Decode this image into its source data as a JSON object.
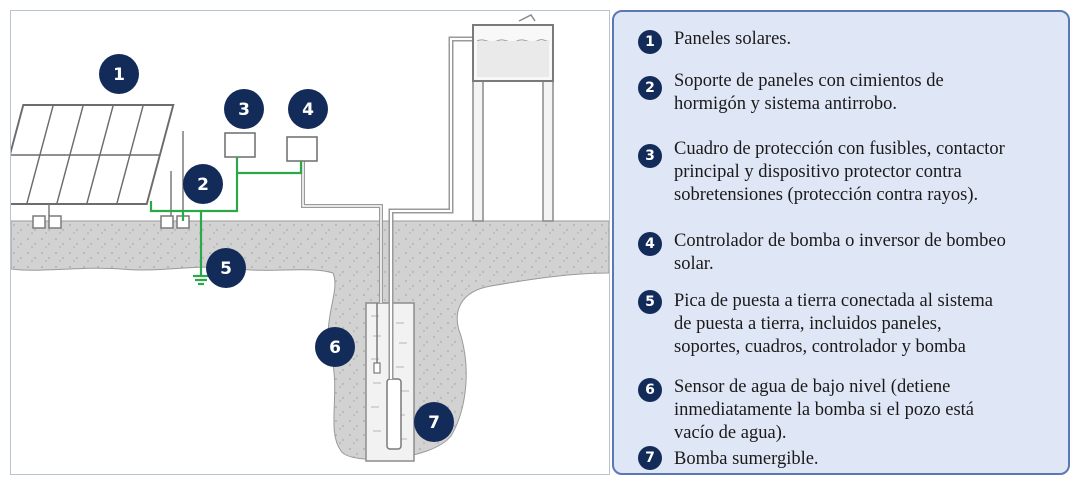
{
  "legend": {
    "items": [
      {
        "number": "1",
        "text": "Paneles solares."
      },
      {
        "number": "2",
        "text": "Soporte de paneles con cimientos de\nhormigón y      sistema antirrobo."
      },
      {
        "number": "3",
        "text": "Cuadro de protección con fusibles, contactor\nprincipal y dispositivo protector contra\nsobretensiones (protección contra rayos)."
      },
      {
        "number": "4",
        "text": "Controlador de bomba o inversor de bombeo\nsolar."
      },
      {
        "number": "5",
        "text": "Pica de puesta a tierra conectada al sistema\nde puesta a tierra, incluidos paneles,\nsoportes, cuadros, controlador y bomba"
      },
      {
        "number": "6",
        "text": "Sensor de agua de bajo nivel (detiene\ninmediatamente la bomba si el pozo está\nvacío de agua)."
      },
      {
        "number": "7",
        "text": "Bomba sumergible."
      }
    ]
  },
  "diagram": {
    "badges": [
      "1",
      "2",
      "3",
      "4",
      "5",
      "6",
      "7"
    ]
  },
  "colors": {
    "badge": "#132b58",
    "ground_wire": "#2aa84a",
    "legend_bg": "#dfe6f5",
    "legend_border": "#5a78b4",
    "ground_fill": "#cfcfcf"
  }
}
